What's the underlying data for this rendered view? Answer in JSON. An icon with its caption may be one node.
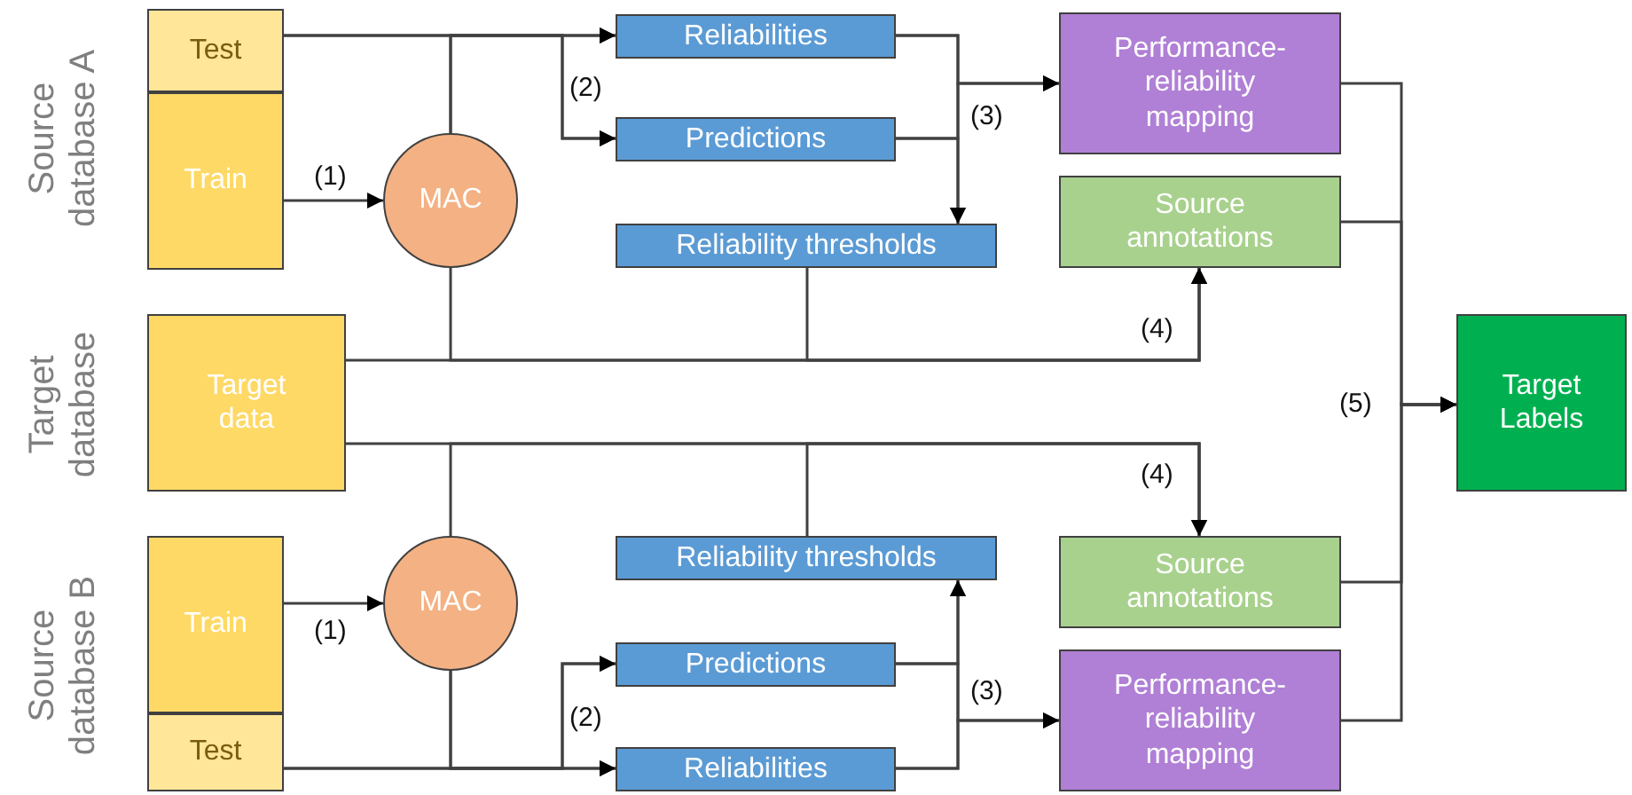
{
  "diagram": {
    "nodes": [
      {
        "text": [
          "Test"
        ]
      },
      {
        "text": [
          "Train"
        ]
      },
      {
        "text": [
          "MAC"
        ]
      },
      {
        "text": [
          "Reliabilities"
        ]
      },
      {
        "text": [
          "Predictions"
        ]
      },
      {
        "text": [
          "Reliability thresholds"
        ]
      },
      {
        "text": [
          "Performance-reliability mapping"
        ]
      },
      {
        "text": [
          "Source annotations"
        ]
      },
      {
        "text": [
          "Target data"
        ]
      },
      {
        "text": [
          "Target Labels"
        ]
      },
      {
        "text": [
          "Reliability thresholds"
        ]
      },
      {
        "text": [
          "Source annotations"
        ]
      },
      {
        "text": [
          "Performance-reliability mapping"
        ]
      },
      {
        "text": [
          "Train"
        ]
      },
      {
        "text": [
          "Test"
        ]
      },
      {
        "text": [
          "MAC"
        ]
      },
      {
        "text": [
          "Predictions"
        ]
      },
      {
        "text": [
          "Reliabilities"
        ]
      }
    ],
    "edges": [
      {
        "from": 1,
        "to": 2,
        "arrow": "to",
        "label": "(1)"
      },
      {
        "from": 0,
        "to": 3,
        "arrow": "to"
      },
      {
        "from": 0,
        "to": 4,
        "arrow": "to",
        "label": "(2)"
      },
      {
        "from": 2,
        "to": 3,
        "arrow": "to"
      },
      {
        "from": 2,
        "to": 4,
        "arrow": "to"
      },
      {
        "from": 3,
        "to": 6,
        "arrow": "to",
        "label": "(3)"
      },
      {
        "from": 4,
        "to": 6,
        "arrow": "to"
      },
      {
        "from": 3,
        "to": 5,
        "arrow": "to"
      },
      {
        "from": 4,
        "to": 5,
        "arrow": "to"
      },
      {
        "from": 8,
        "to": 7,
        "arrow": "to",
        "label": "(4)"
      },
      {
        "from": 2,
        "to": 7,
        "arrow": "to"
      },
      {
        "from": 5,
        "to": 7,
        "arrow": "to"
      },
      {
        "from": 6,
        "to": 9,
        "arrow": "to",
        "label": "(5)"
      },
      {
        "from": 7,
        "to": 9,
        "arrow": "to"
      },
      {
        "from": 11,
        "to": 9,
        "arrow": "to"
      },
      {
        "from": 12,
        "to": 9,
        "arrow": "to"
      },
      {
        "from": 8,
        "to": 11,
        "arrow": "to",
        "label": "(4)"
      },
      {
        "from": 15,
        "to": 11,
        "arrow": "to"
      },
      {
        "from": 10,
        "to": 11,
        "arrow": "to"
      },
      {
        "from": 13,
        "to": 15,
        "arrow": "to",
        "label": "(1)"
      },
      {
        "from": 14,
        "to": 17,
        "arrow": "to"
      },
      {
        "from": 14,
        "to": 16,
        "arrow": "to",
        "label": "(2)"
      },
      {
        "from": 15,
        "to": 17,
        "arrow": "to"
      },
      {
        "from": 15,
        "to": 16,
        "arrow": "to"
      },
      {
        "from": 17,
        "to": 12,
        "arrow": "to",
        "label": "(3)"
      },
      {
        "from": 16,
        "to": 12,
        "arrow": "to"
      },
      {
        "from": 17,
        "to": 10,
        "arrow": "to"
      },
      {
        "from": 16,
        "to": 10,
        "arrow": "to"
      }
    ],
    "labels": [
      "Source database A",
      "Target database",
      "Source database B"
    ]
  }
}
